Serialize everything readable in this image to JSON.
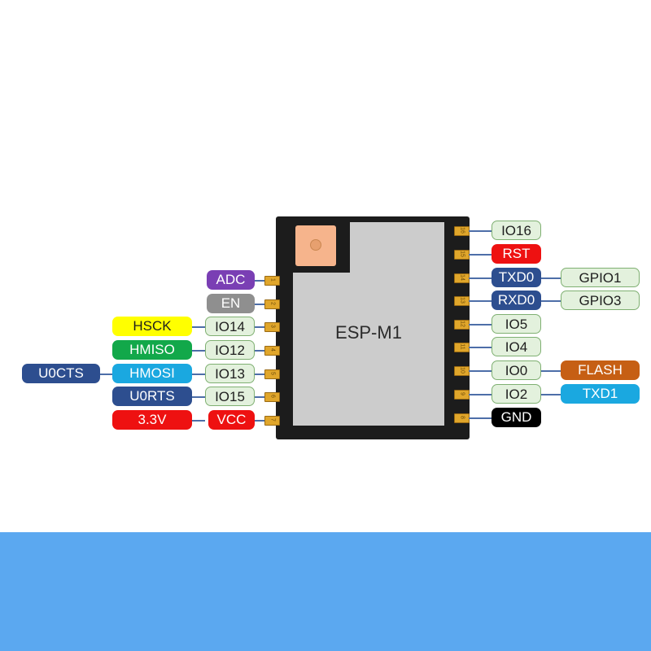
{
  "module": {
    "name": "ESP-M1"
  },
  "colors": {
    "io_fill": "#e3f1dd",
    "io_border": "#7fb072",
    "purple": "#7a3fb4",
    "gray": "#8f8f8f",
    "yellow": "#ffff00",
    "green": "#12a84a",
    "light_blue": "#1aa8e0",
    "navy": "#2d4e8f",
    "red": "#ee1111",
    "orange": "#c65f14",
    "black": "#000000",
    "background_band": "#5ba8f0"
  },
  "left_pins": [
    {
      "num": "1",
      "name": "ADC"
    },
    {
      "num": "2",
      "name": "EN"
    },
    {
      "num": "3",
      "name": "IO14",
      "alt": [
        "HSCK"
      ]
    },
    {
      "num": "4",
      "name": "IO12",
      "alt": [
        "HMISO"
      ]
    },
    {
      "num": "5",
      "name": "IO13",
      "alt": [
        "HMOSI",
        "U0CTS"
      ]
    },
    {
      "num": "6",
      "name": "IO15",
      "alt": [
        "U0RTS"
      ]
    },
    {
      "num": "7",
      "name": "VCC",
      "alt": [
        "3.3V"
      ]
    }
  ],
  "right_pins": [
    {
      "num": "16",
      "name": "IO16"
    },
    {
      "num": "15",
      "name": "RST"
    },
    {
      "num": "14",
      "name": "TXD0",
      "alt": [
        "GPIO1"
      ]
    },
    {
      "num": "13",
      "name": "RXD0",
      "alt": [
        "GPIO3"
      ]
    },
    {
      "num": "12",
      "name": "IO5"
    },
    {
      "num": "11",
      "name": "IO4"
    },
    {
      "num": "10",
      "name": "IO0",
      "alt": [
        "FLASH"
      ]
    },
    {
      "num": "9",
      "name": "IO2",
      "alt": [
        "TXD1"
      ]
    },
    {
      "num": "8",
      "name": "GND"
    }
  ]
}
